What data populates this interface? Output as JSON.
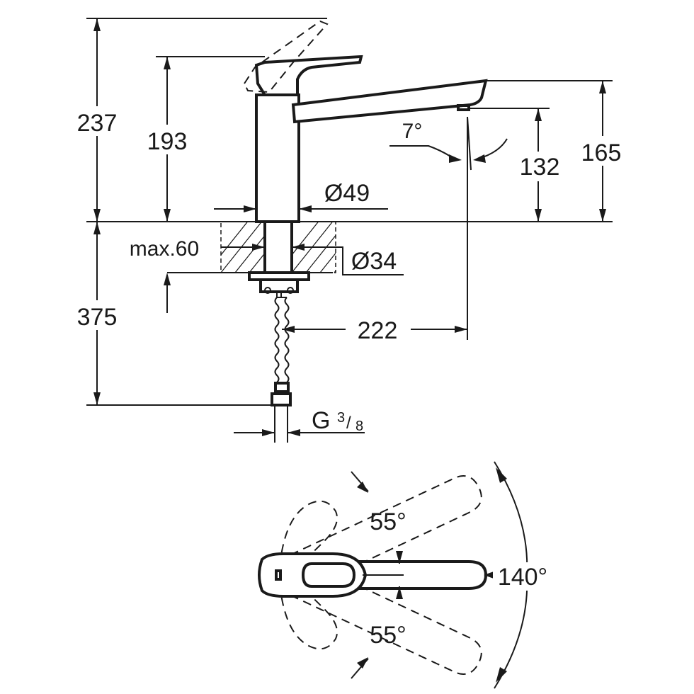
{
  "side_view": {
    "height_total": "237",
    "height_body": "193",
    "height_spout_tip": "165",
    "height_outlet": "132",
    "spout_angle": "7°",
    "body_diameter": "Ø49",
    "deck_thickness": "max.60",
    "hole_diameter": "Ø34",
    "spout_reach": "222",
    "hose_length": "375",
    "connection": {
      "letter": "G",
      "numerator": "3",
      "denominator": "8"
    }
  },
  "top_view": {
    "swing_left": "55°",
    "swing_right": "55°",
    "swing_total": "140°"
  }
}
